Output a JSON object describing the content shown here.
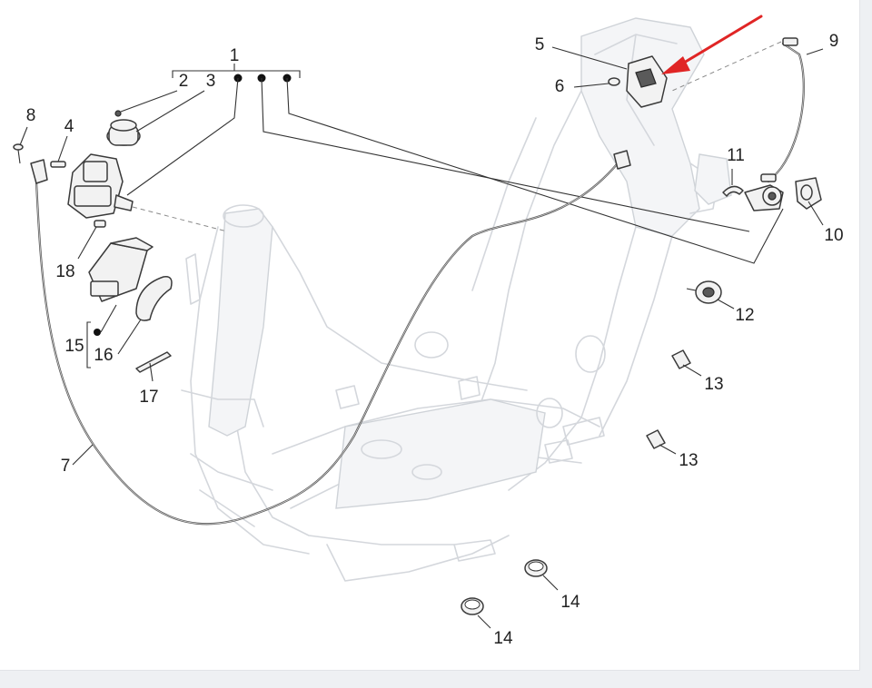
{
  "labels": {
    "p1": "1",
    "p2": "2",
    "p3": "3",
    "p4": "4",
    "p5": "5",
    "p6": "6",
    "p7": "7",
    "p8": "8",
    "p9": "9",
    "p10": "10",
    "p11": "11",
    "p12": "12",
    "p13a": "13",
    "p13b": "13",
    "p14a": "14",
    "p14b": "14",
    "p15": "15",
    "p16": "16",
    "p17": "17",
    "p18": "18"
  },
  "colors": {
    "arrow": "#e02525",
    "frame": "#d4d7dc",
    "parts": "#3a3a3a"
  },
  "icons": {
    "pointer": "red-arrow-icon"
  }
}
